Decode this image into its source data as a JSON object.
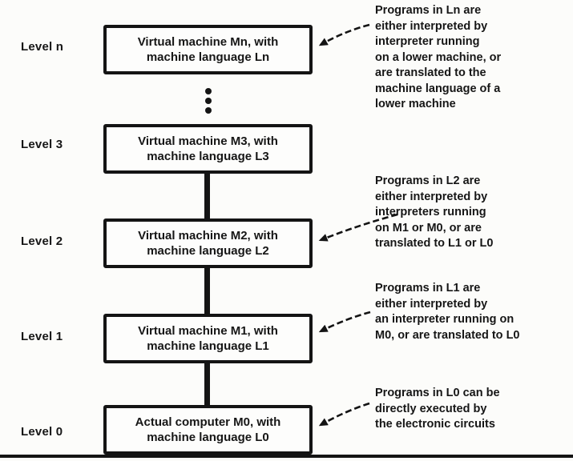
{
  "diagram": {
    "colors": {
      "ink": "#141414",
      "background": "#fcfcfa"
    },
    "levels": [
      {
        "label": "Level n",
        "box_text": "Virtual machine Mn, with\nmachine language Ln"
      },
      {
        "label": "Level 3",
        "box_text": "Virtual machine M3, with\nmachine language L3"
      },
      {
        "label": "Level 2",
        "box_text": "Virtual machine M2, with\nmachine language L2"
      },
      {
        "label": "Level 1",
        "box_text": "Virtual machine M1, with\nmachine language L1"
      },
      {
        "label": "Level 0",
        "box_text": "Actual computer M0, with\nmachine language L0"
      }
    ],
    "annotations": [
      {
        "target": "level-n",
        "text": "Programs in Ln are\neither interpreted by\ninterpreter running\non a lower machine, or\nare translated to the\nmachine language of a\nlower machine"
      },
      {
        "target": "level-2",
        "text": "Programs in L2 are\neither interpreted by\ninterpreters running\non M1 or M0, or are\ntranslated to L1 or L0"
      },
      {
        "target": "level-1",
        "text": "Programs in L1 are\neither interpreted by\nan interpreter running on\nM0, or are translated to L0"
      },
      {
        "target": "level-0",
        "text": "Programs in L0 can be\ndirectly executed by\nthe electronic circuits"
      }
    ]
  }
}
